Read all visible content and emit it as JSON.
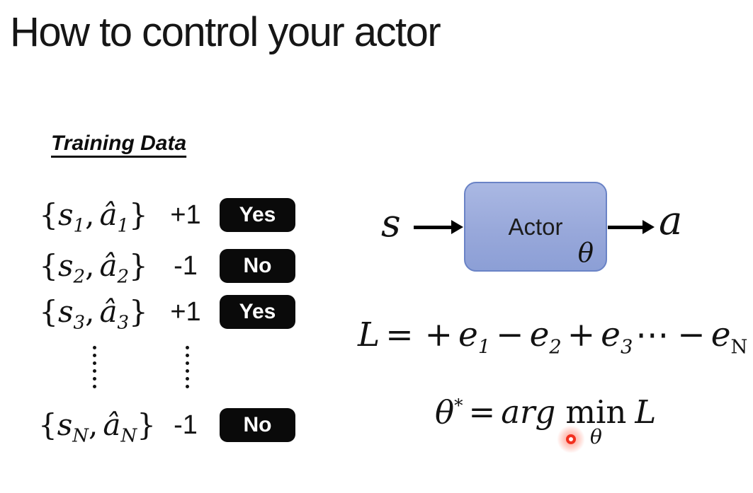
{
  "slide": {
    "title": "How to control your actor"
  },
  "training": {
    "heading": "Training Data",
    "symbols": {
      "open": "{",
      "close": "}",
      "comma": ","
    },
    "rows": [
      {
        "s_var": "s",
        "s_sub": "1",
        "a_var": "â",
        "a_sub": "1",
        "sign": "+1",
        "badge": "Yes"
      },
      {
        "s_var": "s",
        "s_sub": "2",
        "a_var": "â",
        "a_sub": "2",
        "sign": "-1",
        "badge": "No"
      },
      {
        "s_var": "s",
        "s_sub": "3",
        "a_var": "â",
        "a_sub": "3",
        "sign": "+1",
        "badge": "Yes"
      },
      {
        "s_var": "s",
        "s_sub": "N",
        "a_var": "â",
        "a_sub": "N",
        "sign": "-1",
        "badge": "No"
      }
    ],
    "badge_bg": "#0a0a0a",
    "badge_fg": "#ffffff"
  },
  "diagram": {
    "input_label": "s",
    "box_label": "Actor",
    "param_label": "θ",
    "output_label": "a",
    "box_fill_top": "#aab8e3",
    "box_fill_bottom": "#8c9fd6",
    "box_border": "#6a83c6"
  },
  "loss": {
    "lhs": "L",
    "equals": "=",
    "plus1": "+",
    "e1": "e",
    "sub1": "1",
    "minus1": "−",
    "e2": "e",
    "sub2": "2",
    "plus2": "+",
    "e3": "e",
    "sub3": "3",
    "cdots": "⋯",
    "minus2": "−",
    "eN": "e",
    "subN": "N"
  },
  "argmin": {
    "lhs": "θ",
    "sup": "*",
    "equals": "=",
    "arg": "arg",
    "min": "min",
    "min_sub": "θ",
    "loss": "L"
  },
  "pointer": {
    "color": "#f2301f"
  }
}
